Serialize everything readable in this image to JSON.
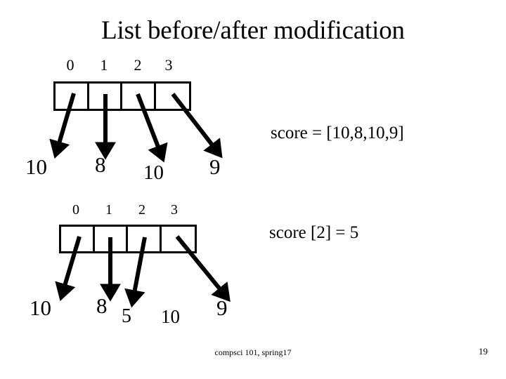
{
  "slide": {
    "title": "List before/after modification",
    "background_color": "#ffffff",
    "ink_color": "#000000"
  },
  "array_before": {
    "name": "score",
    "indices": [
      "0",
      "1",
      "2",
      "3"
    ],
    "values": [
      "10",
      "8",
      "10",
      "9"
    ]
  },
  "array_after": {
    "name": "score",
    "indices": [
      "0",
      "1",
      "2",
      "3"
    ],
    "values": [
      "10",
      "8",
      "5",
      "9"
    ],
    "replaced_value": "10"
  },
  "annotations": {
    "score_literal": "score = [10,8,10,9]",
    "score_assignment": "score [2] = 5"
  },
  "footer": {
    "course": "compsci 101, spring17",
    "page_number": "19"
  }
}
